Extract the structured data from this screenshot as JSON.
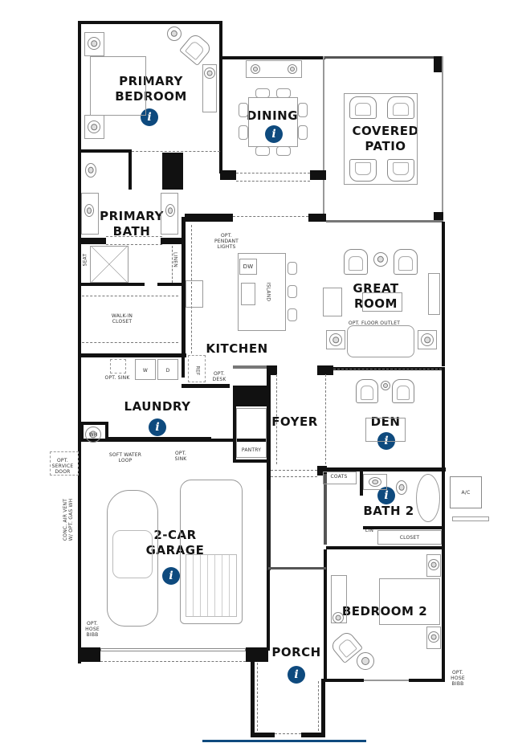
{
  "colors": {
    "info_icon": "#0e4a7e",
    "wall": "#111111",
    "fixture": "#888888",
    "bottom_bar": "#0e4a7e"
  },
  "rooms": [
    {
      "id": "primary-bedroom",
      "label": "PRIMARY\nBEDROOM",
      "info": true
    },
    {
      "id": "dining",
      "label": "DINING",
      "info": true
    },
    {
      "id": "covered-patio",
      "label": "COVERED\nPATIO",
      "info": false
    },
    {
      "id": "primary-bath",
      "label": "PRIMARY\nBATH",
      "info": false
    },
    {
      "id": "great-room",
      "label": "GREAT\nROOM",
      "info": false
    },
    {
      "id": "kitchen",
      "label": "KITCHEN",
      "info": false
    },
    {
      "id": "laundry",
      "label": "LAUNDRY",
      "info": true
    },
    {
      "id": "foyer",
      "label": "FOYER",
      "info": false
    },
    {
      "id": "den",
      "label": "DEN",
      "info": true
    },
    {
      "id": "bath-2",
      "label": "BATH 2",
      "info": true
    },
    {
      "id": "garage",
      "label": "2-CAR\nGARAGE",
      "info": true
    },
    {
      "id": "bedroom-2",
      "label": "BEDROOM 2",
      "info": false
    },
    {
      "id": "porch",
      "label": "PORCH",
      "info": true
    }
  ],
  "annotations": {
    "pendant": "OPT.\nPENDANT\nLIGHTS",
    "dw": "DW",
    "island": "ISLAND",
    "walk_in_closet": "WALK-IN\nCLOSET",
    "seat": "SEAT",
    "linen": "LINEN",
    "floor_outlet": "OPT. FLOOR OUTLET",
    "opt_sink_laundry": "OPT. SINK",
    "washer": "W",
    "dryer": "D",
    "opt_desk": "OPT.\nDESK",
    "ref": "REF",
    "pantry": "PANTRY",
    "wh": "WH",
    "soft_water": "SOFT WATER\nLOOP",
    "opt_sink_garage": "OPT.\nSINK",
    "service_door": "OPT.\nSERVICE\nDOOR",
    "conc_vent": "CONC. AIR VENT\nW/ OPT. GAS WH",
    "hose_bib_garage": "OPT.\nHOSE\nBIBB",
    "hose_bib_bedroom": "OPT.\nHOSE\nBIBB",
    "coats": "COATS",
    "lin": "LIN",
    "closet": "CLOSET",
    "ac": "A/C"
  },
  "info_icon_glyph": "i"
}
